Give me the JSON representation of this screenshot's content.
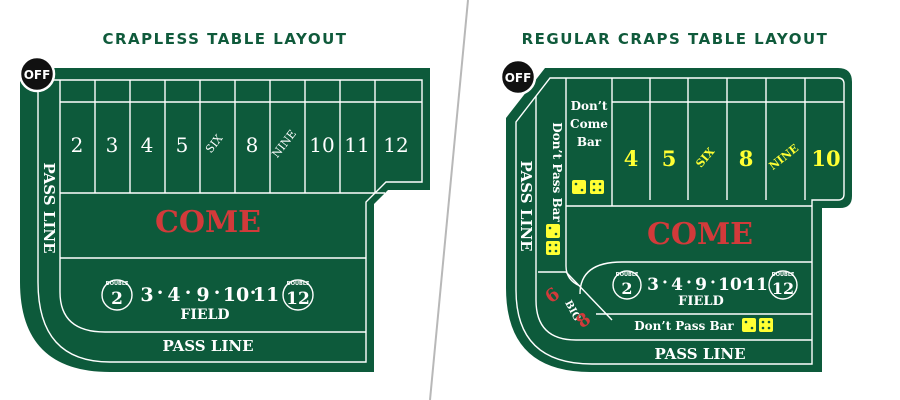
{
  "colors": {
    "felt": "#0d5a3b",
    "heading": "#0f5a3b",
    "divider": "#b8b8b8",
    "yellow": "#ffff33",
    "red": "#d23a3a"
  },
  "crapless": {
    "title": "CRAPLESS TABLE LAYOUT",
    "off_puck": "OFF",
    "numbers": [
      "2",
      "3",
      "4",
      "5",
      "SIX",
      "8",
      "NINE",
      "10",
      "11",
      "12"
    ],
    "pass_line_side": "PASS LINE",
    "come": "COME",
    "field": {
      "double_label": "DOUBLE",
      "left_number": "2",
      "right_number": "12",
      "numbers": [
        "3",
        "4",
        "9",
        "10",
        "11"
      ],
      "label": "FIELD"
    },
    "pass_line_bottom": "PASS LINE"
  },
  "regular": {
    "title": "REGULAR CRAPS TABLE LAYOUT",
    "off_puck": "OFF",
    "dont_come_bar": [
      "Don’t",
      "Come",
      "Bar"
    ],
    "numbers": [
      "4",
      "5",
      "SIX",
      "8",
      "NINE",
      "10"
    ],
    "dont_pass_bar_side": "Don’t Pass Bar",
    "pass_line_side": "PASS LINE",
    "come": "COME",
    "field": {
      "double_label": "DOUBLE",
      "left_number": "2",
      "right_number": "12",
      "numbers": [
        "3",
        "4",
        "9",
        "10",
        "11"
      ],
      "label": "FIELD"
    },
    "big": {
      "six": "6",
      "word": "BIG",
      "eight": "8"
    },
    "dont_pass_bar_bottom": "Don’t Pass Bar",
    "pass_line_bottom": "PASS LINE"
  }
}
